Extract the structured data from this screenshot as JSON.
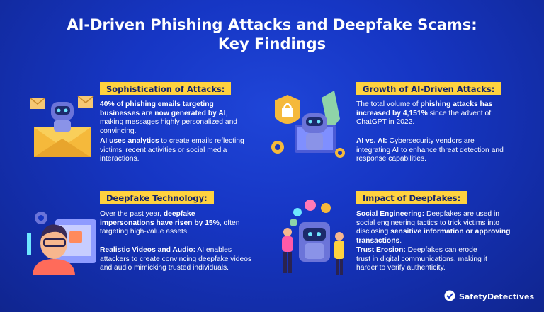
{
  "title_line1": "AI-Driven Phishing Attacks and Deepfake Scams:",
  "title_line2": "Key Findings",
  "sections": [
    {
      "badge": "Sophistication of Attacks:",
      "p1_bold": "40% of phishing emails targeting businesses are now generated by AI",
      "p1_rest": ", making messages highly personalized and convincing.",
      "p2_bold": "AI uses analytics",
      "p2_rest": " to create emails reflecting victims' recent activities or social media interactions."
    },
    {
      "badge": "Growth of AI-Driven Attacks:",
      "p1_pre": "The total volume of ",
      "p1_bold": "phishing attacks has increased by 4,151%",
      "p1_rest": " since the advent of ChatGPT in 2022.",
      "p2_bold": "AI vs. AI:",
      "p2_rest": " Cybersecurity vendors are integrating AI to enhance threat detection and response capabilities."
    },
    {
      "badge": "Deepfake Technology:",
      "p1_pre": "Over the past year, ",
      "p1_bold": "deepfake impersonations have risen by 15%",
      "p1_rest": ", often targeting high-value assets.",
      "p2_bold": "Realistic Videos and Audio:",
      "p2_rest": " AI enables attackers to create convincing deepfake videos and audio mimicking trusted individuals."
    },
    {
      "badge": "Impact of Deepfakes:",
      "p1_bold": "Social Engineering:",
      "p1_rest": " Deepfakes are used in social engineering tactics to trick victims into disclosing ",
      "p1_bold2": "sensitive information or approving transactions",
      "p1_end": ".",
      "p2_bold": "Trust Erosion:",
      "p2_rest": " Deepfakes can erode trust in digital communications, making it harder to verify authenticity."
    }
  ],
  "brand": "SafetyDetectives",
  "colors": {
    "badge": "#ffd23f",
    "bg": "#1636c4"
  },
  "icons": [
    "email-robot-illustration",
    "shield-robot-illustration",
    "face-scan-illustration",
    "social-robot-illustration",
    "brand-logo-icon"
  ]
}
